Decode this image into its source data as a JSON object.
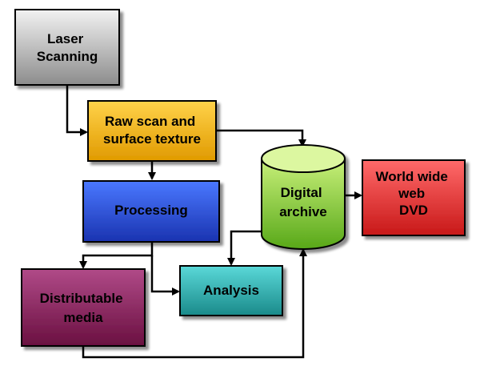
{
  "nodes": {
    "laser_scanning": {
      "lines": [
        "Laser",
        "Scanning"
      ]
    },
    "raw_scan": {
      "lines": [
        "Raw scan and",
        "surface texture"
      ]
    },
    "processing": {
      "lines": [
        "Processing"
      ]
    },
    "digital_archive": {
      "lines": [
        "Digital",
        "archive"
      ]
    },
    "world_wide": {
      "lines": [
        "World wide",
        "web",
        "DVD"
      ]
    },
    "distributable_media": {
      "lines": [
        "Distributable",
        "media"
      ]
    },
    "analysis": {
      "lines": [
        "Analysis"
      ]
    }
  },
  "colors": {
    "laser_scanning": [
      "#f2f2f2",
      "#8c8c8c"
    ],
    "raw_scan": [
      "#ffd24a",
      "#e09a00"
    ],
    "processing": [
      "#4a78ff",
      "#1a33b0"
    ],
    "digital_archive": [
      "#c8f07a",
      "#58a818"
    ],
    "world_wide": [
      "#ff6a6a",
      "#c81818"
    ],
    "distributable_media": [
      "#b04a88",
      "#6a1040"
    ],
    "analysis": [
      "#5ad8d8",
      "#1a8a8a"
    ]
  },
  "edges": [
    {
      "from": "laser_scanning",
      "to": "raw_scan"
    },
    {
      "from": "raw_scan",
      "to": "digital_archive"
    },
    {
      "from": "raw_scan",
      "to": "processing"
    },
    {
      "from": "processing",
      "to": "distributable_media"
    },
    {
      "from": "processing",
      "to": "analysis"
    },
    {
      "from": "digital_archive",
      "to": "analysis"
    },
    {
      "from": "digital_archive",
      "to": "world_wide"
    },
    {
      "from": "distributable_media",
      "to": "digital_archive"
    }
  ]
}
